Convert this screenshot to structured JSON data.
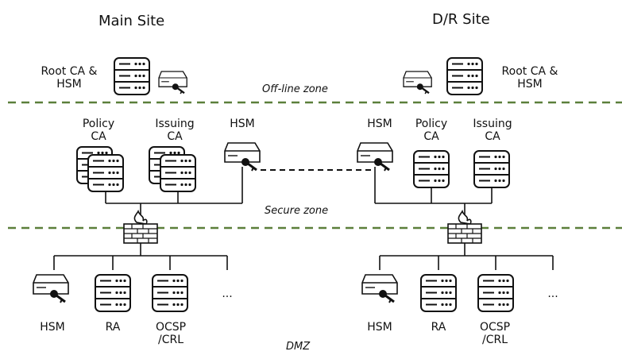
{
  "titles": {
    "main": "Main Site",
    "dr": "D/R Site"
  },
  "zones": {
    "offline": "Off-line zone",
    "secure": "Secure zone",
    "dmz": "DMZ"
  },
  "main": {
    "root_label": "Root CA &\nHSM",
    "policy_label": "Policy\nCA",
    "issuing_label": "Issuing\nCA",
    "hsm_label": "HSM",
    "dmz_hsm": "HSM",
    "dmz_ra": "RA",
    "dmz_ocsp": "OCSP\n/CRL",
    "dmz_more": "..."
  },
  "dr": {
    "root_label": "Root CA &\nHSM",
    "hsm_label": "HSM",
    "policy_label": "Policy\nCA",
    "issuing_label": "Issuing\nCA",
    "dmz_hsm": "HSM",
    "dmz_ra": "RA",
    "dmz_ocsp": "OCSP\n/CRL",
    "dmz_more": "..."
  },
  "colors": {
    "zone_line": "#5b7f3a",
    "stroke": "#111111",
    "key": "#111111"
  }
}
